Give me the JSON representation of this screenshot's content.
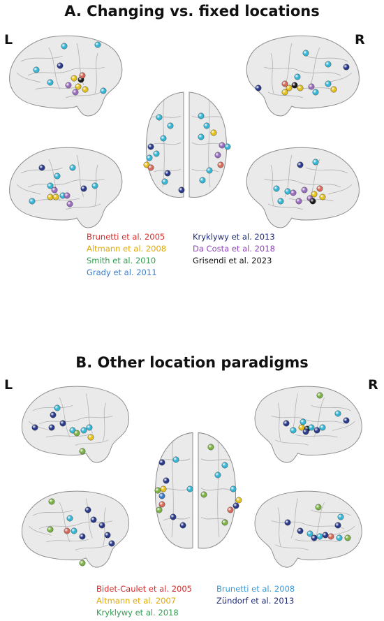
{
  "panels": [
    {
      "title": "A. Changing vs. fixed locations",
      "left_label": "L",
      "right_label": "R",
      "legend": [
        {
          "text": "Brunetti et al. 2005",
          "color": "#d42a2a"
        },
        {
          "text": "Altmann et al. 2008",
          "color": "#e0a800"
        },
        {
          "text": "Smith et al. 2010",
          "color": "#2e9e4c"
        },
        {
          "text": "Grady et al. 2011",
          "color": "#3a7bc8"
        },
        {
          "text": "Kryklywy et al. 2013",
          "color": "#1d2a78"
        },
        {
          "text": "Da Costa et al. 2018",
          "color": "#8c44b8"
        },
        {
          "text": "Grisendi et al. 2023",
          "color": "#111111"
        }
      ]
    },
    {
      "title": "B. Other location paradigms",
      "left_label": "L",
      "right_label": "R",
      "legend": [
        {
          "text": "Bidet-Caulet et al. 2005",
          "color": "#d42a2a"
        },
        {
          "text": "Altmann et al. 2007",
          "color": "#e0a800"
        },
        {
          "text": "Kryklywy et al. 2018",
          "color": "#2e9e4c"
        },
        {
          "text": "Brunetti et al. 2008",
          "color": "#3a9ad8"
        },
        {
          "text": "Zündorf et al. 2013",
          "color": "#1d2a78"
        }
      ]
    }
  ],
  "dot_colors": {
    "cyan": "#35b8d8",
    "navy": "#2a3a8c",
    "yellow": "#e6c21a",
    "black": "#1a1a1a",
    "purple": "#9a6cc0",
    "red": "#d96a5a",
    "green": "#7cb342",
    "blue": "#3a7bc8"
  }
}
